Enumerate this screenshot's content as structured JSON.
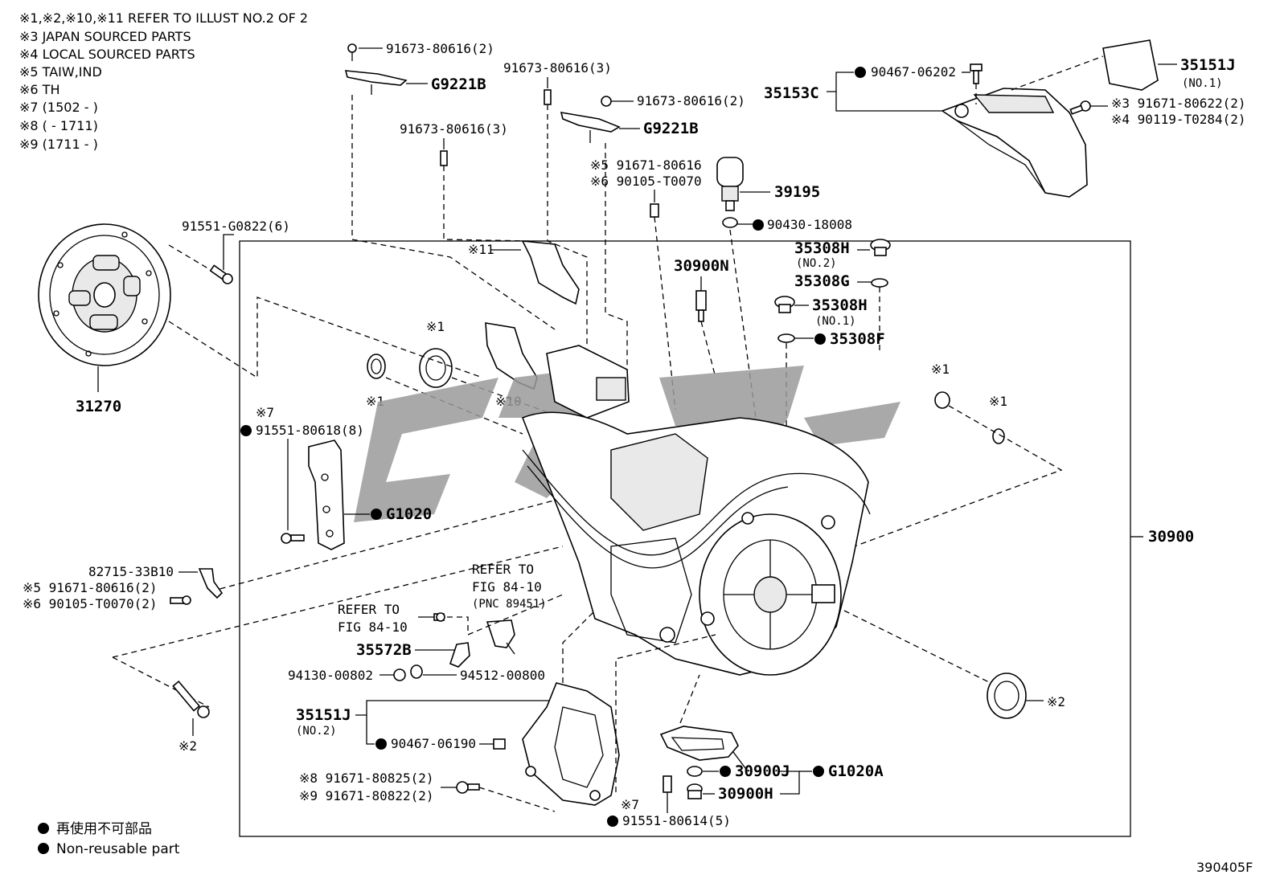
{
  "notes": [
    "※1,※2,※10,※11 REFER TO ILLUST NO.2 OF 2",
    "※3 JAPAN SOURCED PARTS",
    "※4 LOCAL SOURCED PARTS",
    "※5 TAIW,IND",
    "※6 TH",
    "※7 (1502 -      )",
    "※8 (      - 1711)",
    "※9 (1711 -      )"
  ],
  "parts": {
    "p31270": "31270",
    "p91551_G0822": "91551-G0822(6)",
    "p91673_top": "91673-80616(2)",
    "pG9221B_1": "G9221B",
    "p91673_3a": "91673-80616(3)",
    "p91673_2b": "91673-80616(2)",
    "pG9221B_2": "G9221B",
    "p91673_3b": "91673-80616(3)",
    "p91671_5": "※5 91671-80616",
    "p90105_6": "※6 90105-T0070",
    "p39195": "39195",
    "p90430": "90430-18008",
    "p90467_06202": "90467-06202",
    "p35153C": "35153C",
    "p35151J": "35151J",
    "p35151J_sub": "(NO.1)",
    "p91671_80622": "※3 91671-80622(2)",
    "p90119": "※4 90119-T0284(2)",
    "p35308H_1": "35308H",
    "p35308H_1_sub": "(NO.2)",
    "p35308G": "35308G",
    "p35308H_2": "35308H",
    "p35308H_2_sub": "(NO.1)",
    "p35308F": "35308F",
    "p30900N": "30900N",
    "pRef11": "※11",
    "pRef1a": "※1",
    "pRef1b": "※1",
    "pRef10": "※10",
    "pRef1c": "※1",
    "pRef1d": "※1",
    "pRef7a": "※7",
    "p91551_80618": "91551-80618(8)",
    "pG1020": "G1020",
    "p30900": "30900",
    "p82715": "82715-33B10",
    "p91671_5b": "※5 91671-80616(2)",
    "p90105_6b": "※6 90105-T0070(2)",
    "refer1_a": "REFER TO",
    "refer1_b": "FIG 84-10",
    "refer1_c": "(PNC 89451)",
    "refer2_a": "REFER TO",
    "refer2_b": "FIG 84-10",
    "p35572B": "35572B",
    "p94130": "94130-00802",
    "p94512": "94512-00800",
    "pRef2a": "※2",
    "pRef2b": "※2",
    "p35151J_b": "35151J",
    "p35151J_b_sub": "(NO.2)",
    "p90467_06190": "90467-06190",
    "p91671_80825": "※8 91671-80825(2)",
    "p91671_80822": "※9 91671-80822(2)",
    "pRef7b": "※7",
    "p91551_80614": "91551-80614(5)",
    "p30900J": "30900J",
    "pG1020A": "G1020A",
    "p30900H": "30900H"
  },
  "legend": {
    "jp": "再使用不可部品",
    "en": "Non-reusable part"
  },
  "figure_id": "390405F"
}
